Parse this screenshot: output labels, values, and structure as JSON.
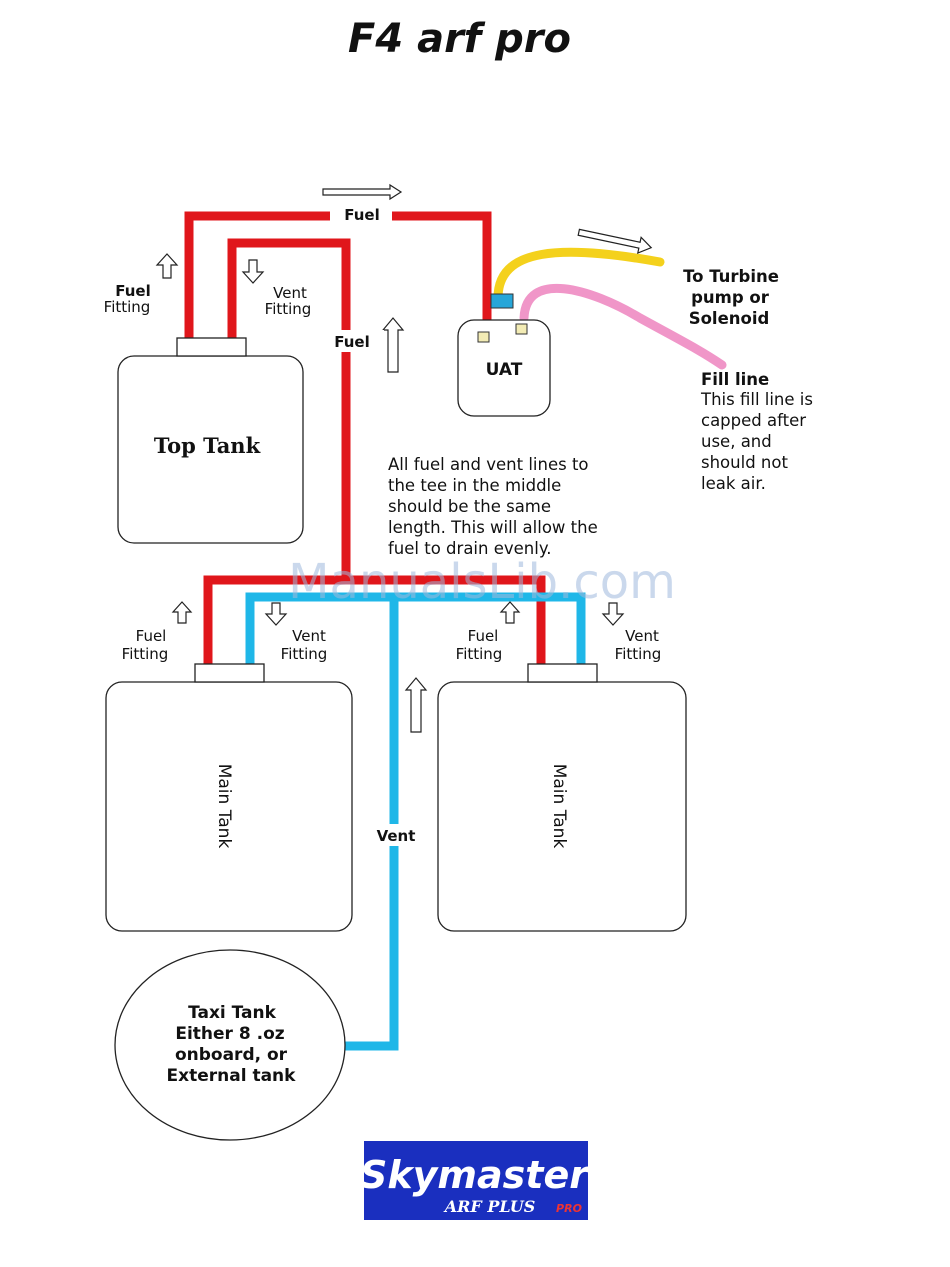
{
  "title": "F4 arf pro",
  "labels": {
    "fuel_top": "Fuel",
    "fuel_mid": "Fuel",
    "vent_mid": "Vent",
    "top_fuel_fitting_1": "Fuel",
    "top_fuel_fitting_2": "Fitting",
    "top_vent_fitting_1": "Vent",
    "top_vent_fitting_2": "Fitting",
    "left_fuel_fitting_1": "Fuel",
    "left_fuel_fitting_2": "Fitting",
    "left_vent_fitting_1": "Vent",
    "left_vent_fitting_2": "Fitting",
    "right_fuel_fitting_1": "Fuel",
    "right_fuel_fitting_2": "Fitting",
    "right_vent_fitting_1": "Vent",
    "right_vent_fitting_2": "Fitting"
  },
  "tanks": {
    "top": "Top Tank",
    "uat": "UAT",
    "main_left": "Main Tank",
    "main_right": "Main Tank",
    "taxi_lines": [
      "Taxi Tank",
      "Either 8 .oz",
      "onboard, or",
      "External tank"
    ]
  },
  "turbine_lines": [
    "To Turbine",
    "pump or",
    "Solenoid"
  ],
  "fill_line": {
    "heading": "Fill line",
    "lines": [
      "This fill line is",
      "capped after",
      "use, and",
      "should not",
      "leak air."
    ]
  },
  "note_lines": [
    "All fuel and vent lines to",
    "the tee in the middle",
    "should be the same",
    "length. This will allow the",
    "fuel to drain evenly."
  ],
  "watermark": "ManualsLib.com",
  "logo": {
    "brand": "Skymaster",
    "sub": "ARF PLUS",
    "tag": "PRO"
  },
  "colors": {
    "fuel_line": "#e0161b",
    "vent_line": "#1fb7e8",
    "turbine_line": "#f4d11c",
    "fill_line": "#f096c8",
    "logo_bg": "#1a2fbf"
  }
}
